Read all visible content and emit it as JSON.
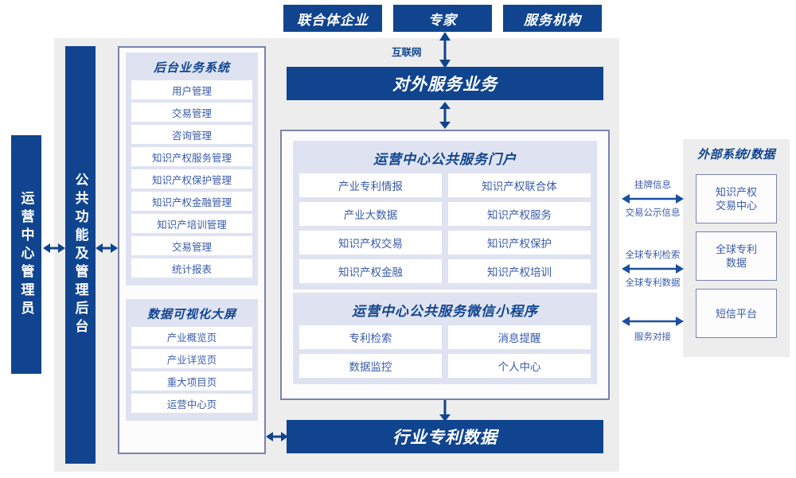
{
  "top_actors": [
    {
      "label": "联合体企业"
    },
    {
      "label": "专家"
    },
    {
      "label": "服务机构"
    }
  ],
  "internet_label": "互联网",
  "external_service_bar": {
    "label": "对外服务业务"
  },
  "industry_data_bar": {
    "label": "行业专利数据"
  },
  "left_bars": {
    "admin": {
      "label": "运营中心管理员"
    },
    "common": {
      "label": "公共功能及管理后台"
    }
  },
  "backend_panel": {
    "title": "后台业务系统",
    "items": [
      {
        "label": "用户管理"
      },
      {
        "label": "交易管理"
      },
      {
        "label": "咨询管理"
      },
      {
        "label": "知识产权服务管理"
      },
      {
        "label": "知识产权保护管理"
      },
      {
        "label": "知识产权金融管理"
      },
      {
        "label": "知识产培训管理"
      },
      {
        "label": "交易管理"
      },
      {
        "label": "统计报表"
      }
    ]
  },
  "dashboard_panel": {
    "title": "数据可视化大屏",
    "items": [
      {
        "label": "产业概览页"
      },
      {
        "label": "产业详览页"
      },
      {
        "label": "重大项目页"
      },
      {
        "label": "运营中心页"
      }
    ]
  },
  "portal_group": {
    "title": "运营中心公共服务门户",
    "items": [
      {
        "label": "产业专利情报"
      },
      {
        "label": "知识产权联合体"
      },
      {
        "label": "产业大数据"
      },
      {
        "label": "知识产权服务"
      },
      {
        "label": "知识产权交易"
      },
      {
        "label": "知识产权保护"
      },
      {
        "label": "知识产权金融"
      },
      {
        "label": "知识产权培训"
      }
    ]
  },
  "miniprogram_group": {
    "title": "运营中心公共服务微信小程序",
    "items": [
      {
        "label": "专利检索"
      },
      {
        "label": "消息提醒"
      },
      {
        "label": "数据监控"
      },
      {
        "label": "个人中心"
      }
    ]
  },
  "external_panel": {
    "title": "外部系统/数据",
    "boxes": [
      {
        "label": "知识产权\n交易中心"
      },
      {
        "label": "全球专利\n数据"
      },
      {
        "label": "短信平台"
      }
    ],
    "connectors": [
      {
        "label_top": "挂牌信息",
        "label_bottom": "交易公示信息"
      },
      {
        "label_top": "全球专利检索",
        "label_bottom": "全球专利数据"
      },
      {
        "label_top": "",
        "label_bottom": "服务对接"
      }
    ]
  },
  "colors": {
    "brand_blue": "#10448F",
    "panel_lavender": "#DFE3F1",
    "border_violet": "#7B82AE",
    "surface_gray": "#EDEDED",
    "text_blue": "#3A5BA8"
  }
}
